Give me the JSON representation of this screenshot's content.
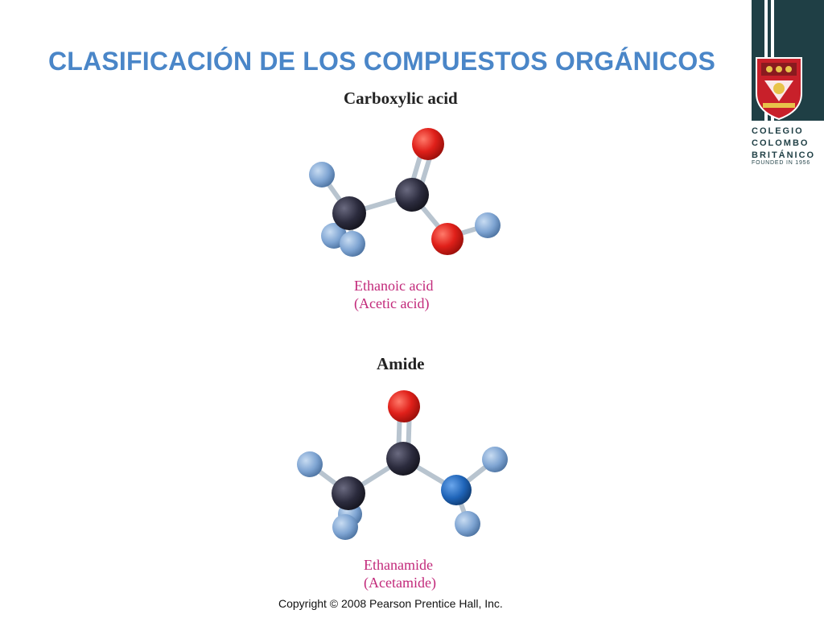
{
  "slide": {
    "title": "CLASIFICACIÓN DE LOS COMPUESTOS ORGÁNICOS"
  },
  "logo": {
    "line1": "COLEGIO",
    "line2": "COLOMBO",
    "line3": "BRITÁNICO",
    "founded": "FOUNDED IN 1956",
    "colors": {
      "band": "#1f3f45",
      "crest_red": "#c8202a",
      "crest_gold": "#e7c34a"
    }
  },
  "sections": [
    {
      "heading": "Carboxylic acid",
      "caption_line1": "Ethanoic acid",
      "caption_line2": "(Acetic acid)",
      "molecule": "carboxylic-acid-ball-and-stick"
    },
    {
      "heading": "Amide",
      "caption_line1": "Ethanamide",
      "caption_line2": "(Acetamide)",
      "molecule": "amide-ball-and-stick"
    }
  ],
  "atom_colors": {
    "carbon": "#2b2b3d",
    "oxygen": "#e0201a",
    "hydrogen": "#7ea4d2",
    "nitrogen": "#1f64b8"
  },
  "footer": {
    "copyright": "Copyright © 2008 Pearson Prentice Hall, Inc."
  }
}
